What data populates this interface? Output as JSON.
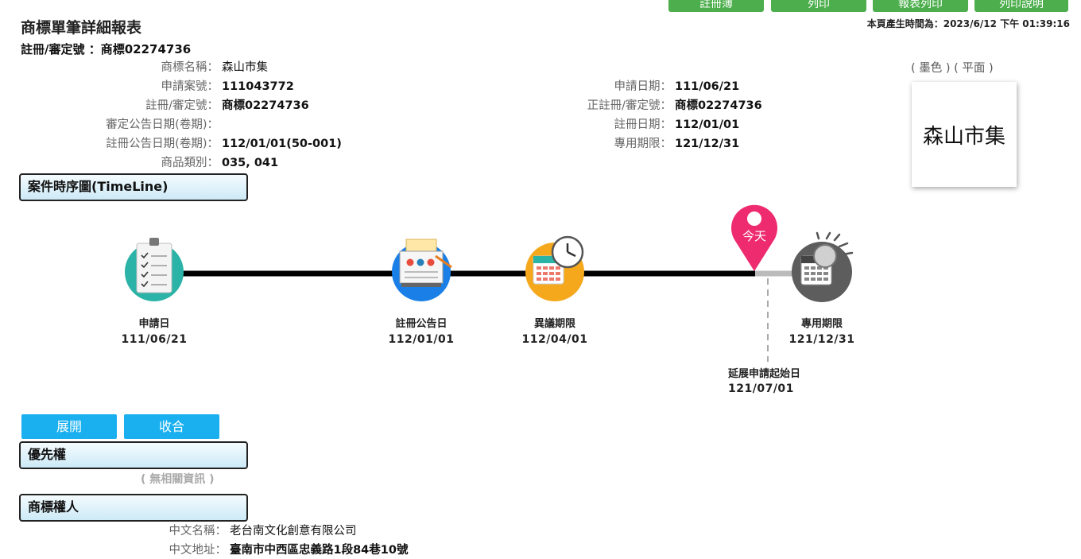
{
  "toolbar": {
    "buttons": [
      "註冊簿",
      "列印",
      "報表列印",
      "列印說明"
    ]
  },
  "generated_time": "本頁產生時間為：2023/6/12 下午 01:39:16",
  "title": "商標單筆詳細報表",
  "reg_heading": "註冊/審定號 ：商標02274736",
  "left_fields": [
    {
      "label": "商標名稱",
      "value": "森山市集",
      "bold": false
    },
    {
      "label": "申請案號",
      "value": "111043772",
      "bold": true
    },
    {
      "label": "註冊/審定號",
      "value": "商標02274736",
      "bold": true
    },
    {
      "label": "審定公告日期(卷期)",
      "value": "",
      "bold": true
    },
    {
      "label": "註冊公告日期(卷期)",
      "value": "112/01/01(50-001)",
      "bold": true
    },
    {
      "label": "商品類別",
      "value": "035, 041",
      "bold": true
    }
  ],
  "right_fields": [
    {
      "label": "申請日期",
      "value": "111/06/21"
    },
    {
      "label": "正註冊/審定號",
      "value": "商標02274736"
    },
    {
      "label": "註冊日期",
      "value": "112/01/01"
    },
    {
      "label": "專用期限",
      "value": "121/12/31"
    }
  ],
  "separator": "：",
  "image": {
    "caption": "( 墨色 ) ( 平面 )",
    "text": "森山市集"
  },
  "timeline": {
    "header": "案件時序圖(TimeLine)",
    "today_label": "今天",
    "events": [
      {
        "label": "申請日",
        "date": "111/06/21",
        "icon": "clipboard-checklist-icon",
        "color": "#2ab3a6"
      },
      {
        "label": "註冊公告日",
        "date": "112/01/01",
        "icon": "notice-board-icon",
        "color": "#1a7fe6"
      },
      {
        "label": "異議期限",
        "date": "112/04/01",
        "icon": "calendar-clock-icon",
        "color": "#f5a81c"
      },
      {
        "label": "專用期限",
        "date": "121/12/31",
        "icon": "calendar-bulb-icon",
        "color": "#5d5d5d"
      }
    ],
    "renewal": {
      "label": "延展申請起始日",
      "date": "121/07/01"
    }
  },
  "buttons": {
    "expand": "展開",
    "collapse": "收合"
  },
  "priority": {
    "header": "優先權",
    "no_info": "( 無相關資訊 )"
  },
  "owner": {
    "header": "商標權人",
    "fields": [
      {
        "label": "中文名稱",
        "value": "老台南文化創意有限公司"
      },
      {
        "label": "中文地址",
        "value": "臺南市中西區忠義路1段84巷10號"
      }
    ]
  }
}
